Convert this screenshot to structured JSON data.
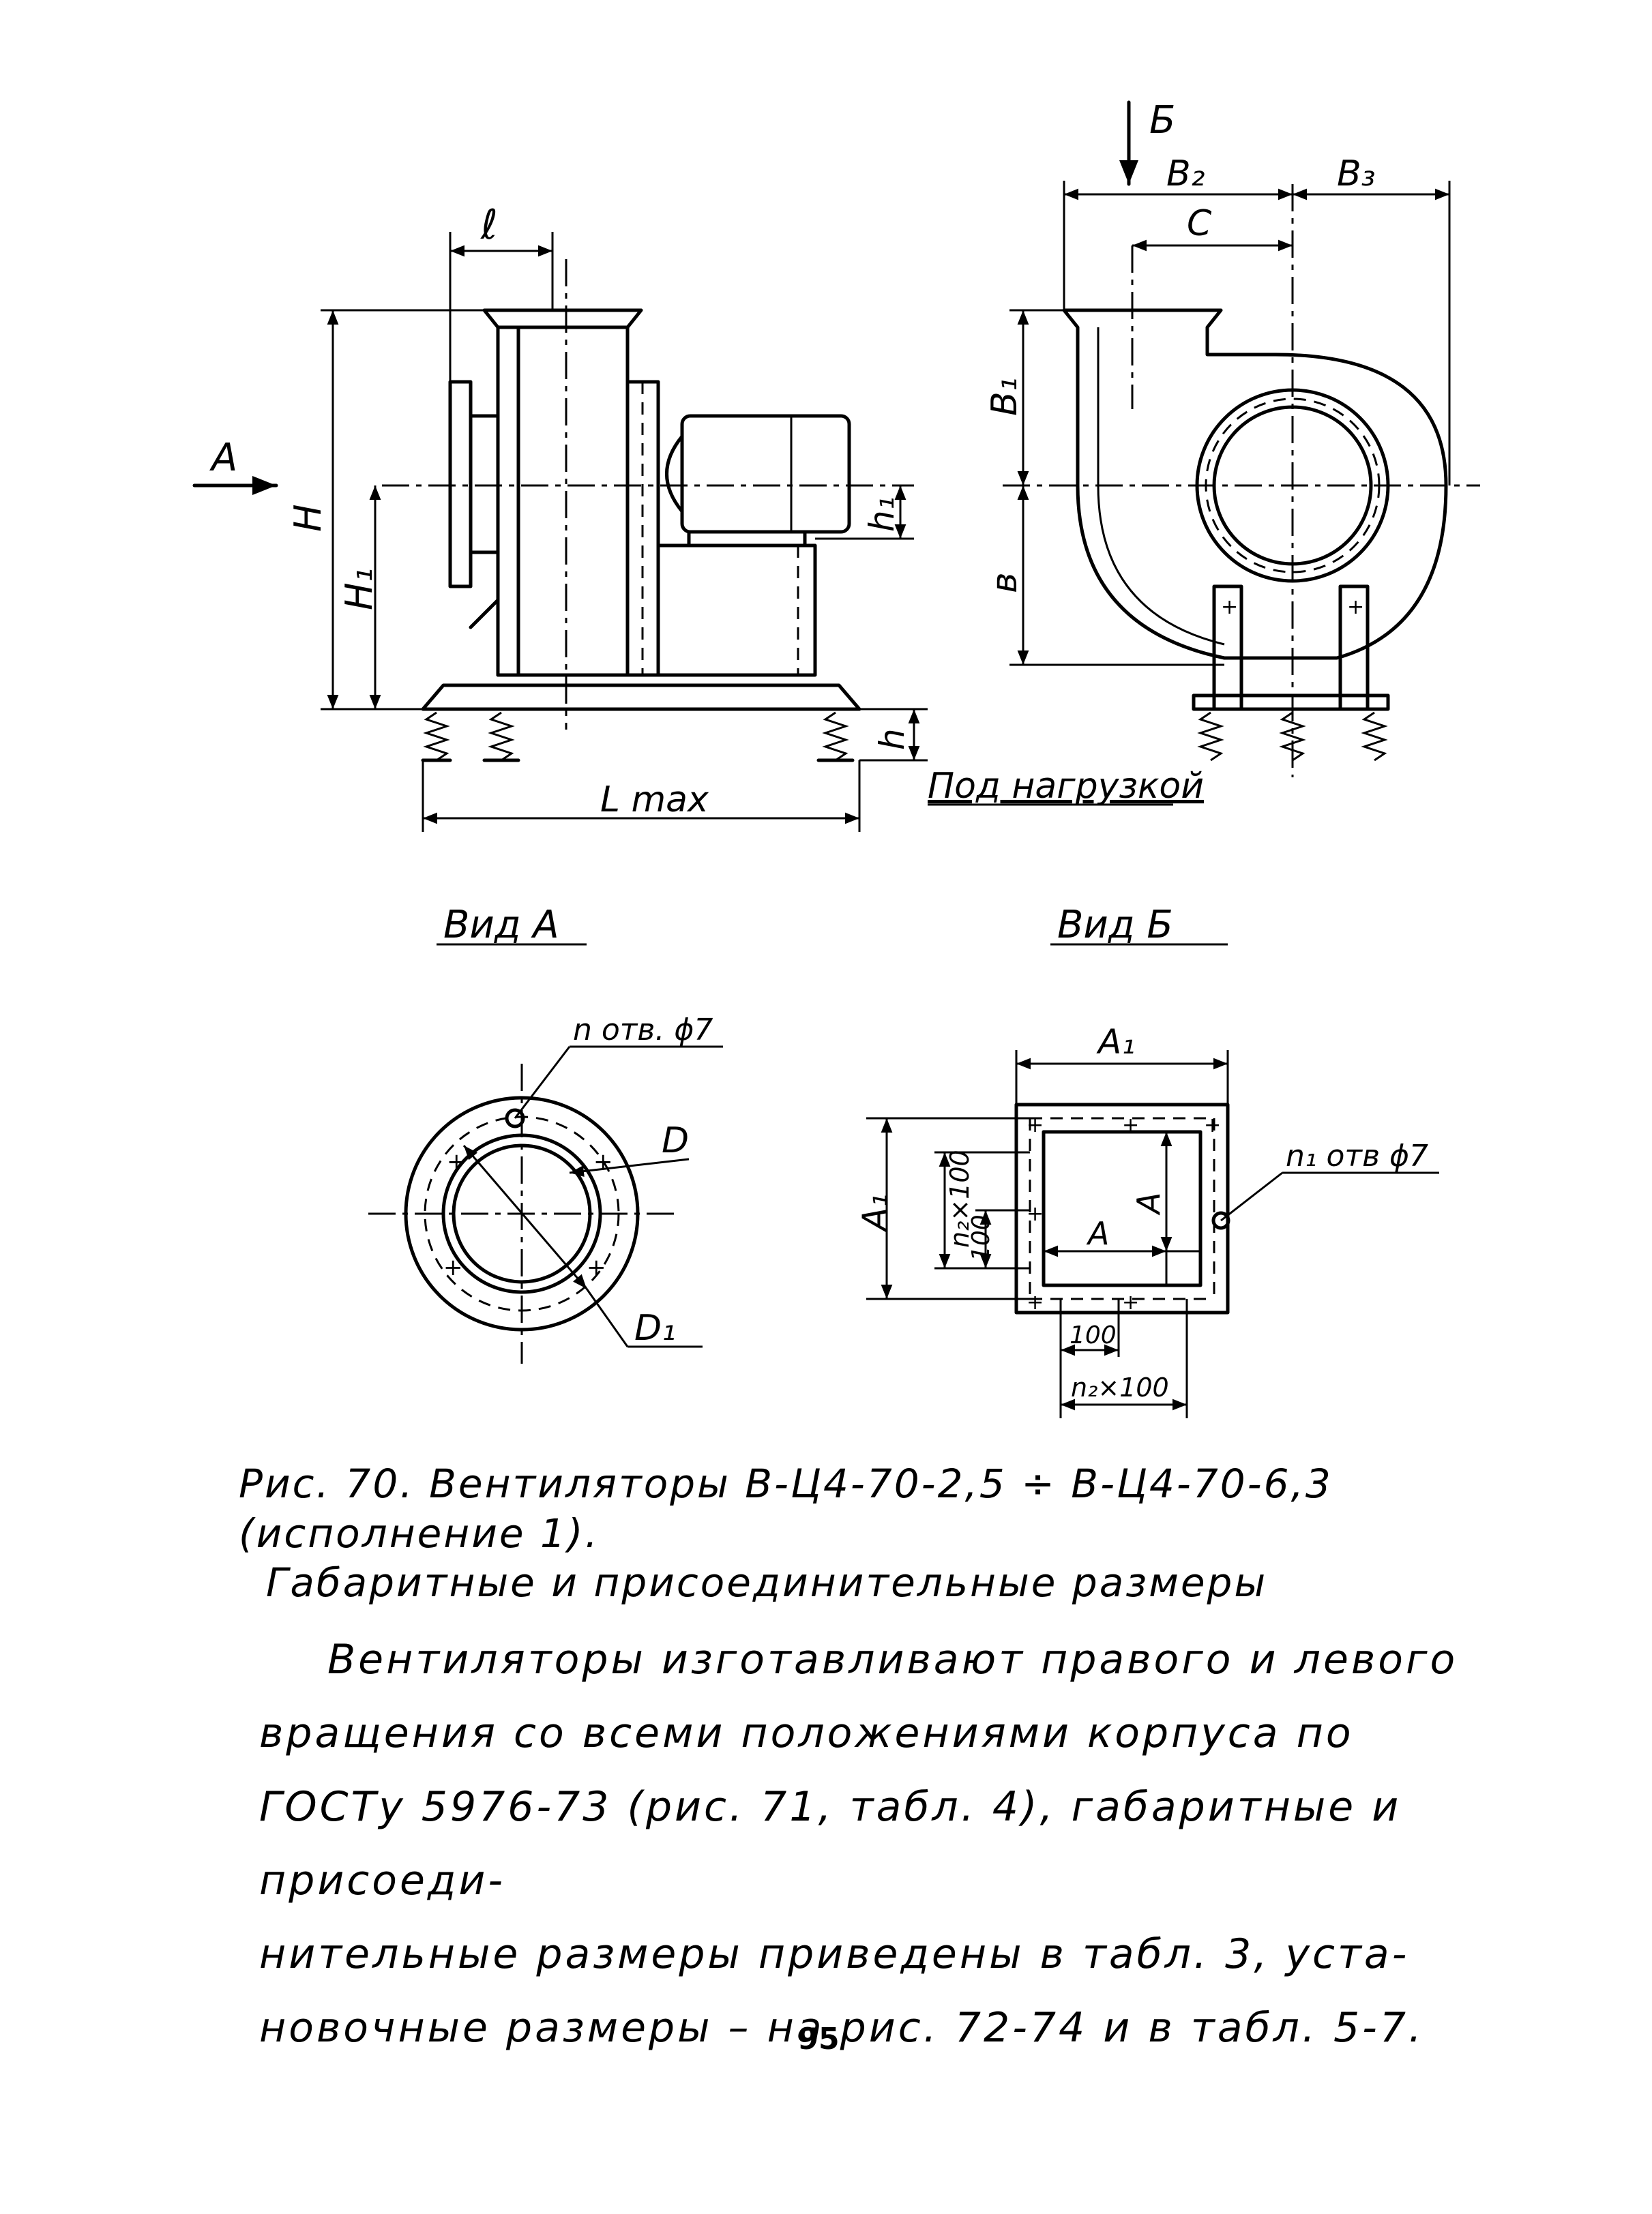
{
  "side_view": {
    "arrow_a_label": "А",
    "dim_l": "ℓ",
    "dim_H": "H",
    "dim_H1": "H₁",
    "dim_h1": "h₁",
    "dim_h": "h",
    "dim_Lmax": "L max",
    "under_load_note": "Под нагрузкой"
  },
  "front_view": {
    "arrow_b_label": "Б",
    "dim_b2": "В₂",
    "dim_b3": "В₃",
    "dim_c": "С",
    "dim_b1": "В₁",
    "dim_b": "в"
  },
  "view_a": {
    "title": "Вид А",
    "holes_note": "n отв. ϕ7",
    "dim_D": "D",
    "dim_D1": "D₁"
  },
  "view_b": {
    "title": "Вид Б",
    "dim_A1_top": "A₁",
    "dim_A1_left": "A₁",
    "holes_note": "n₁ отв ϕ7",
    "dim_n2x100_left": "n₂×100",
    "dim_100_left": "100",
    "dim_A_vert": "A",
    "dim_A_horiz": "A",
    "dim_100_bottom": "100",
    "dim_n2x100_bottom": "n₂×100"
  },
  "caption": {
    "line1": "Рис. 70. Вентиляторы В-Ц4-70-2,5 ÷ В-Ц4-70-6,3 (исполнение 1).",
    "line2": "Габаритные и присоединительные размеры"
  },
  "paragraph": {
    "line1": "Вентиляторы изготавливают правого и левого",
    "line2": "вращения со всеми положениями корпуса по",
    "line3": "ГОСТу 5976-73 (рис. 71, табл. 4), габаритные и присоеди-",
    "line4": "нительные размеры приведены в табл. 3, уста-",
    "line5": "новочные размеры – на рис. 72-74 и в табл. 5-7."
  },
  "page_number": "95"
}
